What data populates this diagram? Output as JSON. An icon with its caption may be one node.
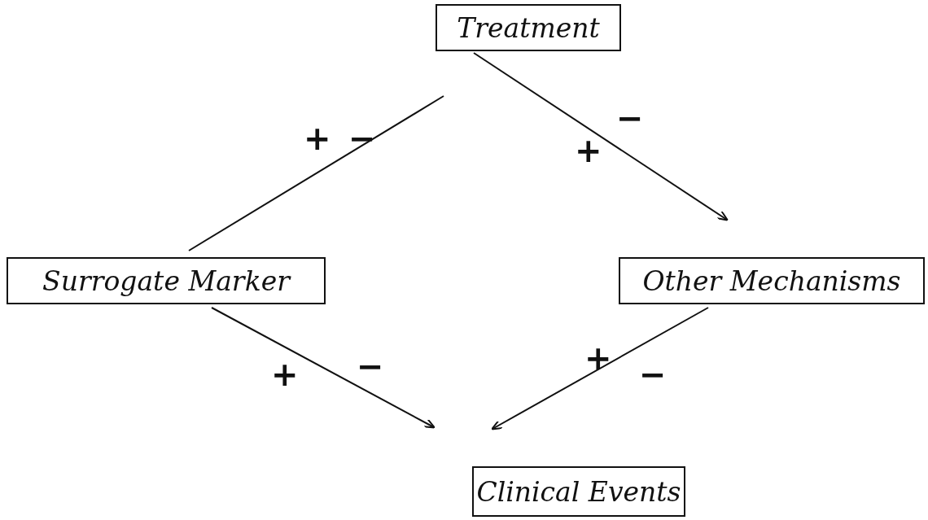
{
  "diagram": {
    "nodes": [
      {
        "text": [
          "Treatment"
        ]
      },
      {
        "text": [
          "Surrogate Marker"
        ]
      },
      {
        "text": [
          "Other Mechanisms"
        ]
      },
      {
        "text": [
          "Clinical Events"
        ]
      }
    ],
    "edges": [
      {
        "from": 0,
        "to": 1,
        "arrow": "none"
      },
      {
        "from": 0,
        "to": 2,
        "arrow": "to"
      },
      {
        "from": 1,
        "to": 3,
        "arrow": "to"
      },
      {
        "from": 2,
        "to": 3,
        "arrow": "to"
      }
    ],
    "labels": [
      "+",
      "−",
      "+",
      "−",
      "+",
      "−",
      "+",
      "−"
    ]
  }
}
